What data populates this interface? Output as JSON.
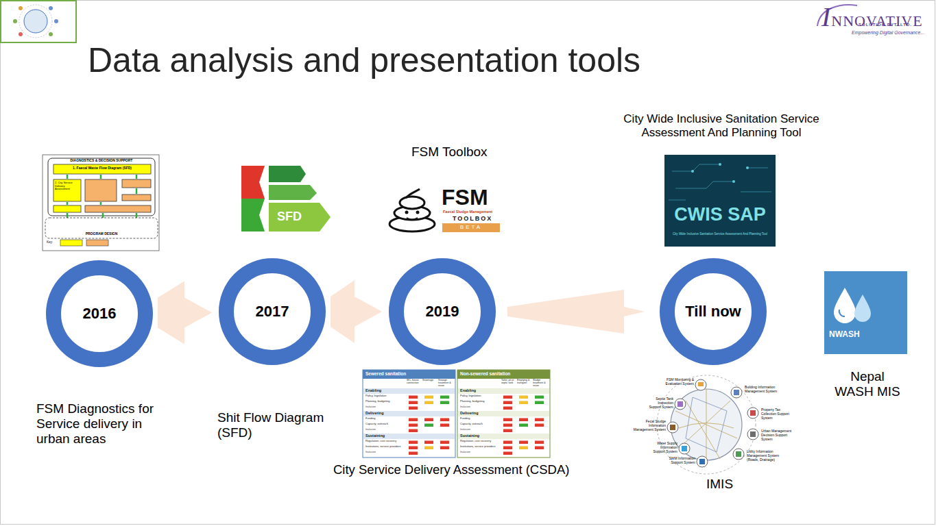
{
  "diagram": {
    "title": "Data analysis and presentation tools",
    "nodes": [
      {
        "text": [
          "2016"
        ]
      },
      {
        "text": [
          "2017"
        ]
      },
      {
        "text": [
          "2019"
        ]
      },
      {
        "text": [
          "Till now"
        ]
      }
    ],
    "edges": [
      {
        "from": 0,
        "to": 1,
        "arrow": "to"
      },
      {
        "from": 1,
        "to": 2,
        "arrow": "to"
      },
      {
        "from": 2,
        "to": 3,
        "arrow": "to"
      }
    ],
    "labels": [
      "INNOVATIVE",
      "SOLUTION PVT. LTD.",
      "Empowering Digital Governance...",
      "DIAGNOSTICS & DECISION SUPPORT",
      "1. Faecal Waste Flow Diagram (SFD)",
      "2. City Service Delivery Assessment",
      "PROGRAM DESIGN",
      "Key:",
      "SFD",
      "FSM Toolbox",
      "FSM",
      "Faecal Sludge Management",
      "TOOLBOX",
      "BETA",
      "City Wide Inclusive Sanitation Service Assessment And Planning Tool",
      "CWIS SAP",
      "City Wide Inclusive Sanitation Service Assessment And Planning Tool",
      "NWASH",
      "FSM Diagnostics for Service delivery in urban areas",
      "Shit Flow Diagram (SFD)",
      "Sewered sanitation",
      "Non-sewered sanitation",
      "WC, house connection",
      "Sewerage",
      "Sewage treatment & reuse",
      "Toilet, pit or septic tank",
      "Emptying & transport",
      "Sludge treatment & reuse",
      "Enabling",
      "Policy, legislation",
      "Planning, budgeting",
      "Inclusion",
      "Delivering",
      "Funding",
      "Capacity, outreach",
      "Inclusion",
      "Sustaining",
      "Regulation, cost recovery",
      "Institutions, service providers",
      "Inclusion",
      "Enabling",
      "Policy, legislation",
      "Planning, budgeting",
      "Inclusion",
      "Delivering",
      "Funding",
      "Capacity, outreach",
      "Inclusion",
      "Sustaining",
      "Regulation, cost recovery",
      "Institutions, service providers",
      "Inclusion",
      "City Service Delivery Assessment (CSDA)",
      "FSM Monitoring & Evaluation System",
      "Building Information Management System",
      "Property Tax Collection Support System",
      "Urban Management Decision Support System",
      "Utility Information Management System (Roads, Drainage)",
      "SWM Information Support System",
      "Water Supply Information Support System",
      "Fecal Sludge Information Management System",
      "Septic Tank Inspection Support System",
      "IMIS",
      "Nepal WASH MIS"
    ]
  }
}
